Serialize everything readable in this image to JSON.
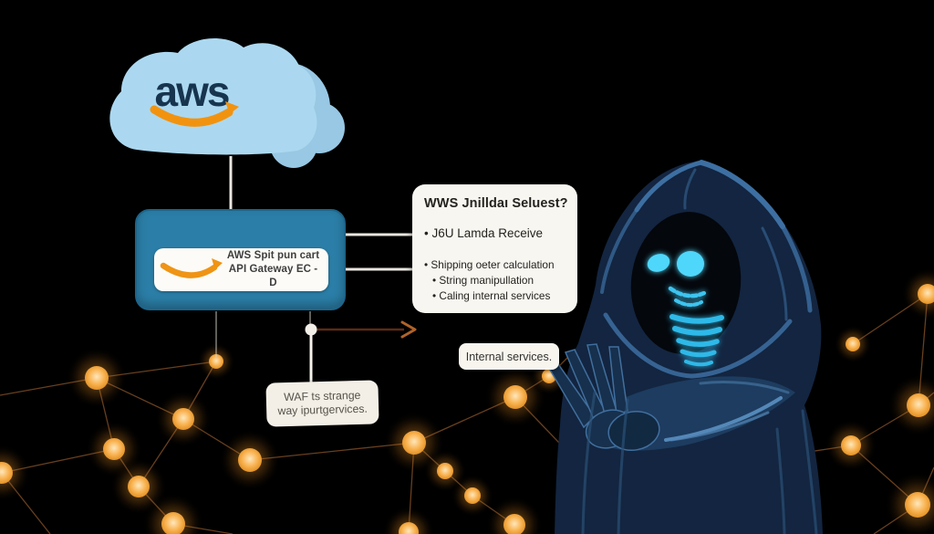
{
  "cloud": {
    "logo_text": "aws"
  },
  "gateway_box": {
    "line1": "AWS Spit pun cart",
    "line2": "API Gateway EC - D"
  },
  "request_panel": {
    "title": "WWS Jnilldaı Seluest?",
    "bullet_large": "J6U Lamda Receive",
    "bullets_small": [
      "Shipping oeter calculation",
      "String manipullation",
      "Caling internal services"
    ]
  },
  "labels": {
    "internal_services": "Internal services.",
    "waf_line1": "WAF ts strange",
    "waf_line2": "way ipurtgervices."
  },
  "colors": {
    "background": "#000000",
    "cloud_blue": "#abd8f0",
    "cloud_lobe_blue": "#98c8e4",
    "logo_navy": "#17344f",
    "accent_orange": "#f2930f",
    "box_blue": "#2b7ea7",
    "panel_white": "#f8f6f0",
    "connector_white": "#e9e6e0",
    "arrow_brown": "#5c2a17",
    "arrowhead_orange": "#b06328",
    "node_orange": "#f5a833",
    "edge_brown": "#7b4b24",
    "hacker_navy": "#132540",
    "hacker_highlight": "#4a7aa8",
    "eye_cyan": "#4fd7fb"
  },
  "network": {
    "nodes": [
      [
        106,
        414,
        13
      ],
      [
        237,
        396,
        8
      ],
      [
        201,
        459,
        12
      ],
      [
        125,
        492,
        12
      ],
      [
        2,
        518,
        12
      ],
      [
        152,
        533,
        12
      ],
      [
        190,
        574,
        13
      ],
      [
        274,
        504,
        13
      ],
      [
        448,
        583,
        11
      ],
      [
        454,
        485,
        13
      ],
      [
        488,
        516,
        9
      ],
      [
        518,
        543,
        9
      ],
      [
        564,
        575,
        12
      ],
      [
        565,
        435,
        13
      ],
      [
        656,
        530,
        13
      ],
      [
        602,
        412,
        8
      ],
      [
        933,
        488,
        11
      ],
      [
        1007,
        444,
        13
      ],
      [
        1006,
        553,
        14
      ],
      [
        1017,
        322,
        11
      ],
      [
        935,
        377,
        8
      ]
    ],
    "edges": [
      [
        0,
        433,
        106,
        414
      ],
      [
        106,
        414,
        237,
        396
      ],
      [
        106,
        414,
        201,
        459
      ],
      [
        237,
        396,
        201,
        459
      ],
      [
        106,
        414,
        125,
        492
      ],
      [
        125,
        492,
        2,
        518
      ],
      [
        125,
        492,
        152,
        533
      ],
      [
        201,
        459,
        152,
        533
      ],
      [
        201,
        459,
        274,
        504
      ],
      [
        152,
        533,
        190,
        574
      ],
      [
        274,
        504,
        454,
        485
      ],
      [
        190,
        574,
        255,
        585
      ],
      [
        2,
        518,
        55,
        585
      ],
      [
        454,
        485,
        488,
        516
      ],
      [
        488,
        516,
        518,
        543
      ],
      [
        518,
        543,
        564,
        575
      ],
      [
        454,
        485,
        448,
        583
      ],
      [
        454,
        485,
        565,
        435
      ],
      [
        565,
        435,
        602,
        412
      ],
      [
        602,
        412,
        634,
        380
      ],
      [
        565,
        435,
        656,
        530
      ],
      [
        656,
        530,
        933,
        488
      ],
      [
        933,
        488,
        1007,
        444
      ],
      [
        933,
        488,
        1006,
        553
      ],
      [
        1007,
        444,
        1017,
        322
      ],
      [
        1017,
        322,
        935,
        377
      ],
      [
        1007,
        444,
        1024,
        430
      ],
      [
        1006,
        553,
        1024,
        512
      ],
      [
        1006,
        553,
        958,
        585
      ]
    ]
  }
}
